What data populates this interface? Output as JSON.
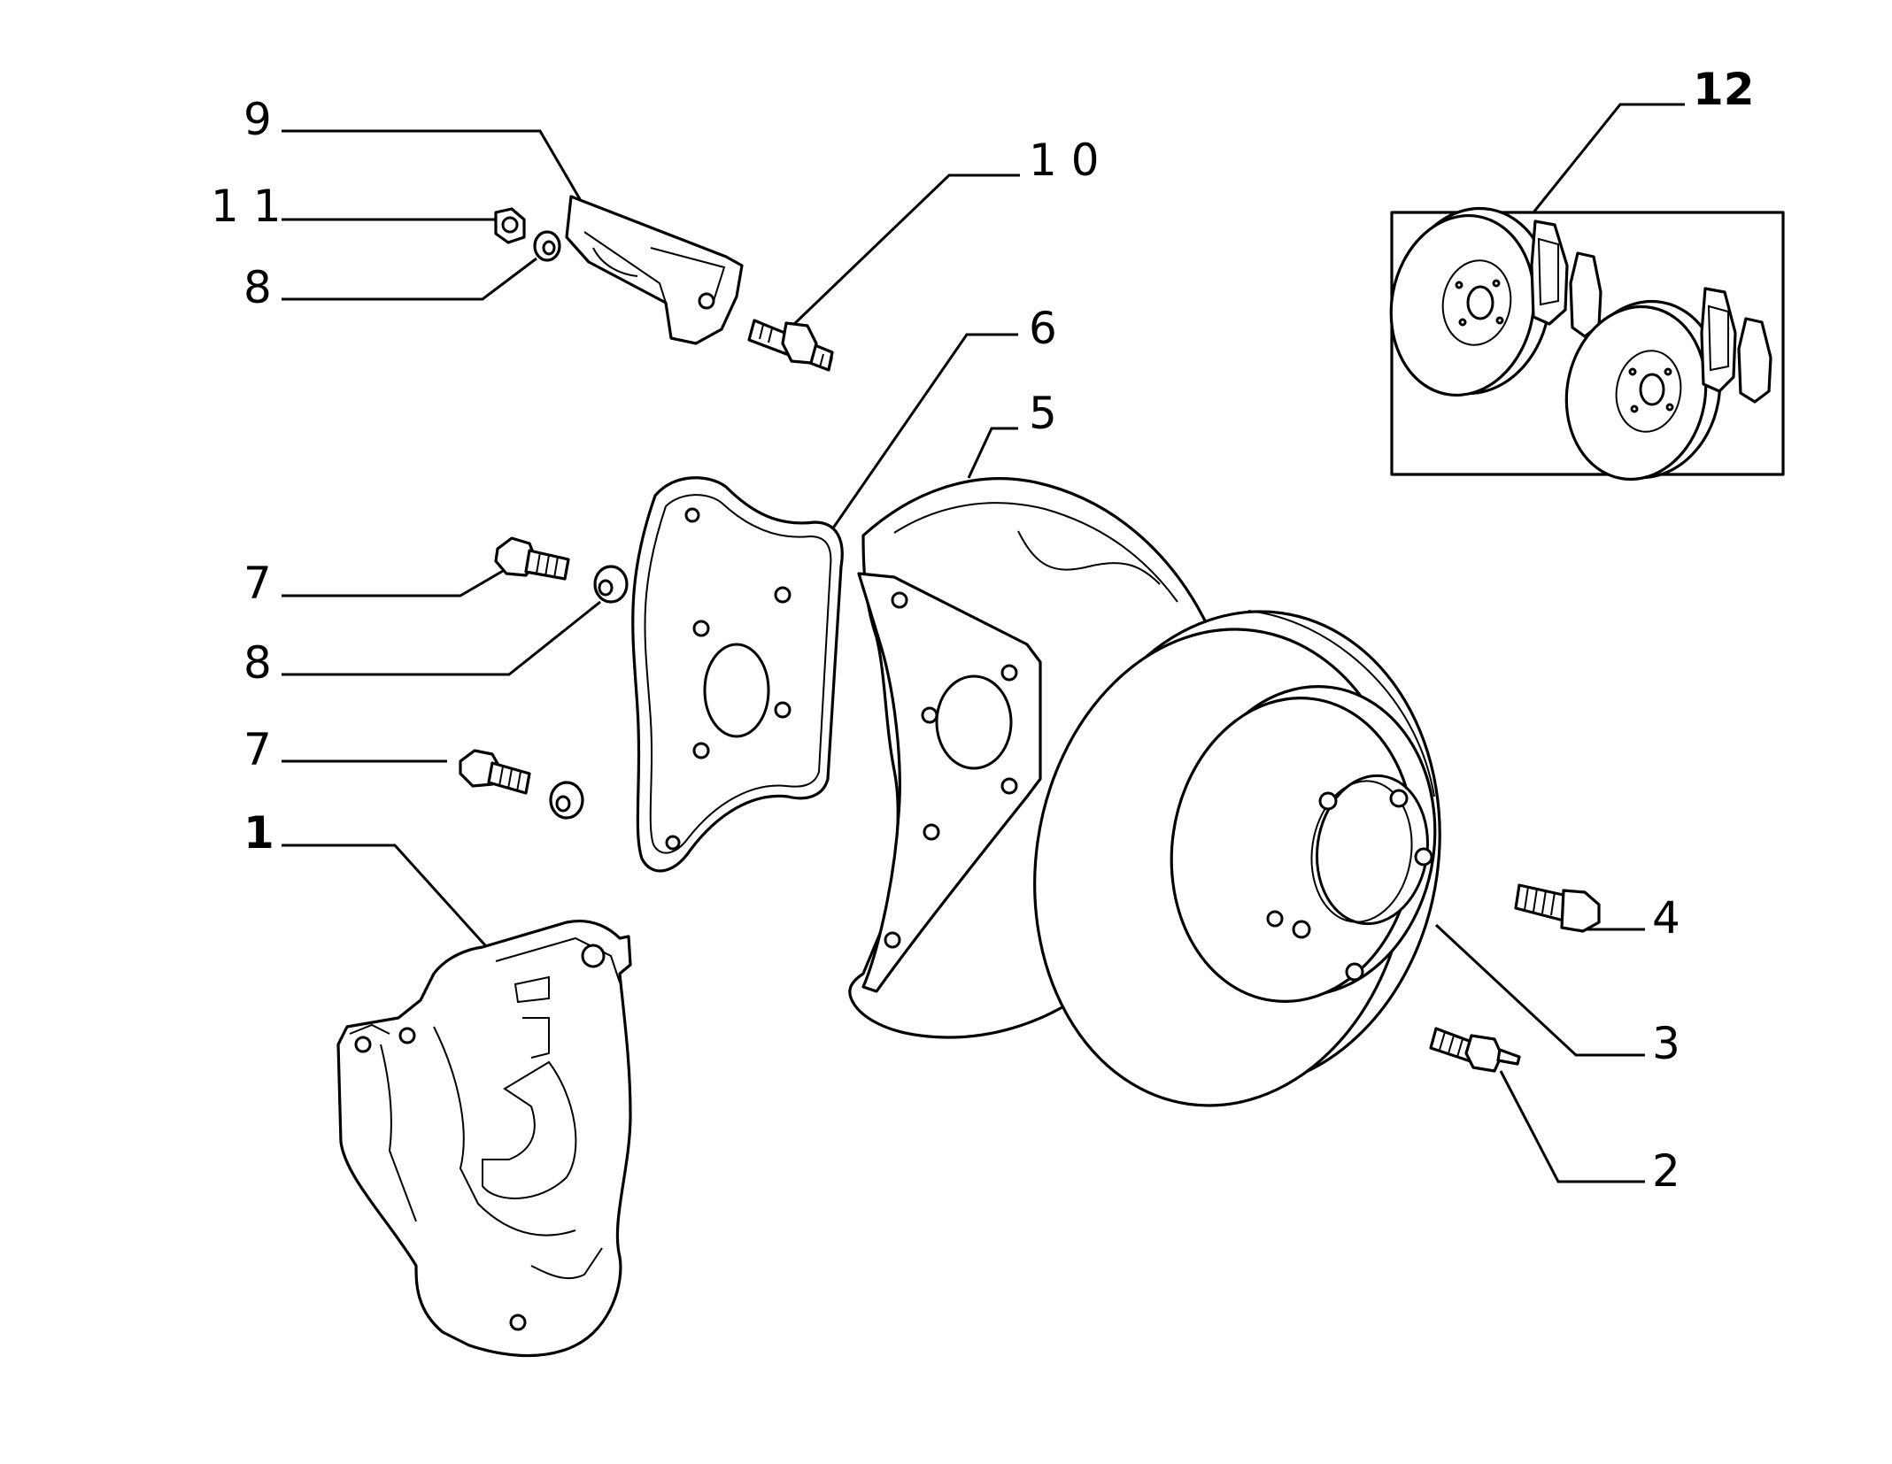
{
  "labels": {
    "l1": "1",
    "l2": "2",
    "l3": "3",
    "l4": "4",
    "l5": "5",
    "l6": "6",
    "l7a": "7",
    "l7b": "7",
    "l8a": "8",
    "l8b": "8",
    "l9": "9",
    "l10": "1 0",
    "l11": "1 1",
    "l12": "12"
  }
}
